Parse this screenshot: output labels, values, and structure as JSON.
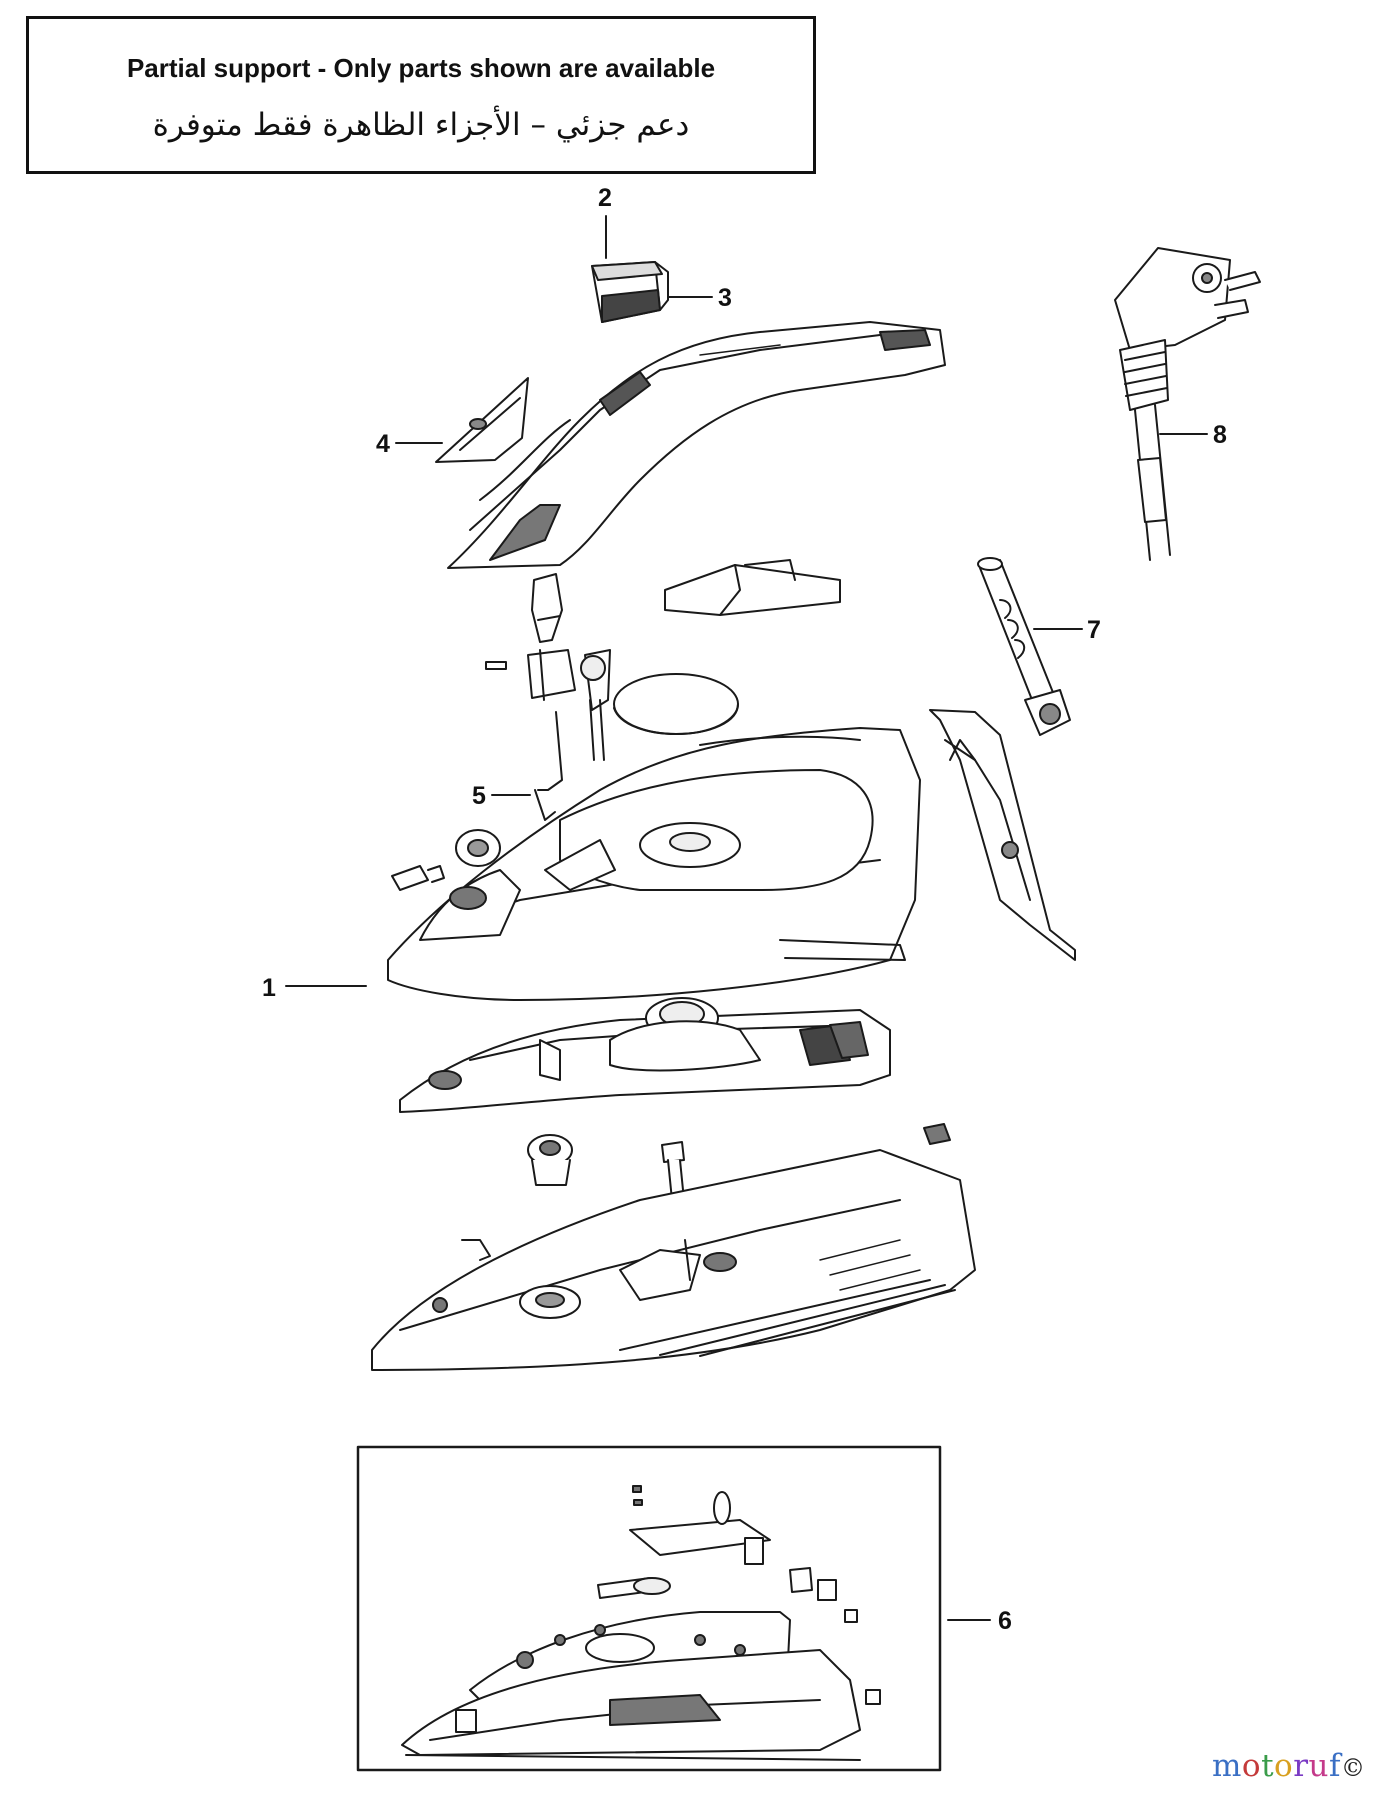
{
  "notice": {
    "english": "Partial support - Only parts shown are available",
    "arabic": "دعم جزئي – الأجزاء الظاهرة فقط متوفرة"
  },
  "callouts": [
    {
      "id": "1",
      "label": "1"
    },
    {
      "id": "2",
      "label": "2"
    },
    {
      "id": "3",
      "label": "3"
    },
    {
      "id": "4",
      "label": "4"
    },
    {
      "id": "5",
      "label": "5"
    },
    {
      "id": "6",
      "label": "6"
    },
    {
      "id": "7",
      "label": "7"
    },
    {
      "id": "8",
      "label": "8"
    }
  ],
  "watermark": {
    "text": "motoruf",
    "suffix": "©",
    "colors": [
      "#3a6fc4",
      "#c43a3a",
      "#3a9c4a",
      "#d8a020",
      "#7a3ac4",
      "#c43a8a"
    ]
  }
}
